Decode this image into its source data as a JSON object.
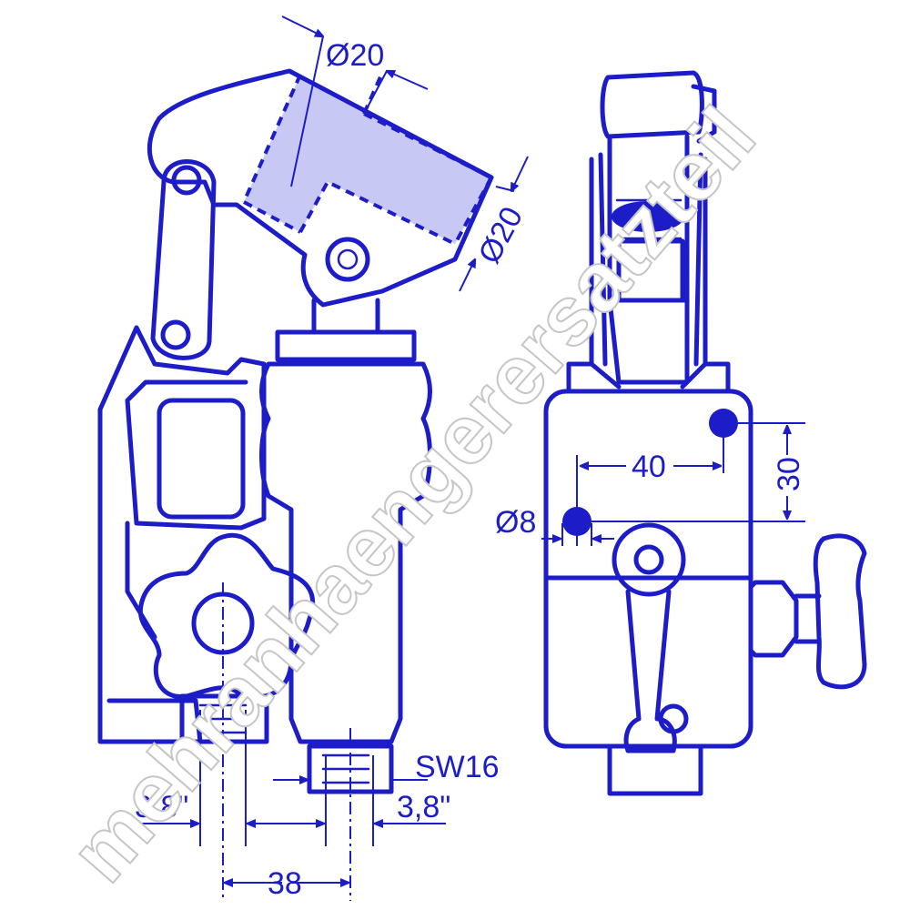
{
  "drawing": {
    "colors": {
      "line": "#1c1cc8",
      "fill_highlight": "#c8c8f5",
      "watermark_outline": "#c6c6c6"
    },
    "dimensions": {
      "diameter_top": "Ø20",
      "diameter_side": "Ø20",
      "port_left": "3,8\"",
      "port_right": "3,8\"",
      "port_spacing": "38",
      "wrench_size": "SW16",
      "hole_diameter": "Ø8",
      "hole_spacing_h": "40",
      "hole_spacing_v": "30"
    },
    "watermark": "mehranhaengerersatzteil"
  }
}
